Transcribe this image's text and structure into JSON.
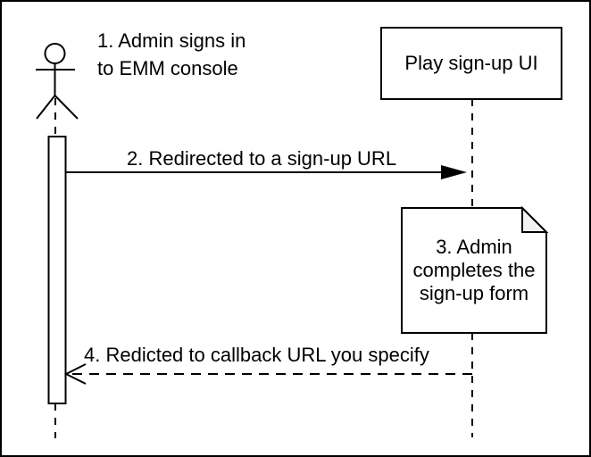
{
  "diagram_type": "sequence-diagram",
  "actor": {
    "icon": "stick-figure-actor-icon",
    "annotation": {
      "line1": "1. Admin signs in",
      "line2": "to EMM console"
    }
  },
  "participant": {
    "label": "Play sign-up UI"
  },
  "messages": {
    "redirect": {
      "label": "2. Redirected to a sign-up URL",
      "style": "solid-filled-arrow",
      "direction": "right"
    },
    "callback": {
      "label": "4. Redicted to callback URL you specify",
      "style": "dashed-open-arrow",
      "direction": "left"
    }
  },
  "note": {
    "lines": [
      "3. Admin",
      "completes the",
      "sign-up form"
    ]
  },
  "colors": {
    "stroke": "#000000",
    "fill": "#ffffff",
    "note_fold": "#f2f2f2"
  }
}
